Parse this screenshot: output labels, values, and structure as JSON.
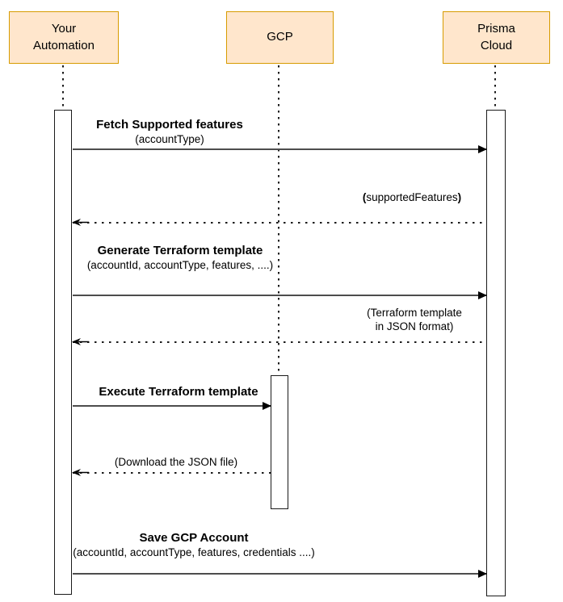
{
  "diagram": {
    "type": "sequence-diagram",
    "actors": [
      {
        "name": "your-automation",
        "line1": "Your",
        "line2": "Automation"
      },
      {
        "name": "gcp",
        "line1": "GCP"
      },
      {
        "name": "prisma-cloud",
        "line1": "Prisma",
        "line2": "Cloud"
      }
    ],
    "messages": [
      {
        "name": "fetch-supported-features",
        "style": "solid",
        "from": "your-automation",
        "to": "prisma-cloud",
        "title": "Fetch Supported features",
        "params": "(accountType)"
      },
      {
        "name": "supported-features-response",
        "style": "dotted",
        "from": "prisma-cloud",
        "to": "your-automation",
        "open": "(",
        "label": "supportedFeatures",
        "close": ")"
      },
      {
        "name": "generate-terraform-template",
        "style": "solid",
        "from": "your-automation",
        "to": "prisma-cloud",
        "title": "Generate Terraform template",
        "params": "(accountId, accountType, features, ....)"
      },
      {
        "name": "terraform-template-response",
        "style": "dotted",
        "from": "prisma-cloud",
        "to": "your-automation",
        "line1": "(Terraform template",
        "line2": "in JSON format)"
      },
      {
        "name": "execute-terraform-template",
        "style": "solid",
        "from": "your-automation",
        "to": "gcp",
        "title": "Execute Terraform template"
      },
      {
        "name": "download-json-response",
        "style": "dotted",
        "from": "gcp",
        "to": "your-automation",
        "label": "(Download the JSON file)"
      },
      {
        "name": "save-gcp-account",
        "style": "solid",
        "from": "your-automation",
        "to": "prisma-cloud",
        "title": "Save GCP Account",
        "params": "(accountId, accountType, features, credentials ....)"
      }
    ],
    "colors": {
      "actor_fill": "#ffe6cc",
      "actor_border": "#d79b00",
      "line": "#4d4d4d",
      "text": "#000000",
      "background": "#ffffff"
    }
  }
}
